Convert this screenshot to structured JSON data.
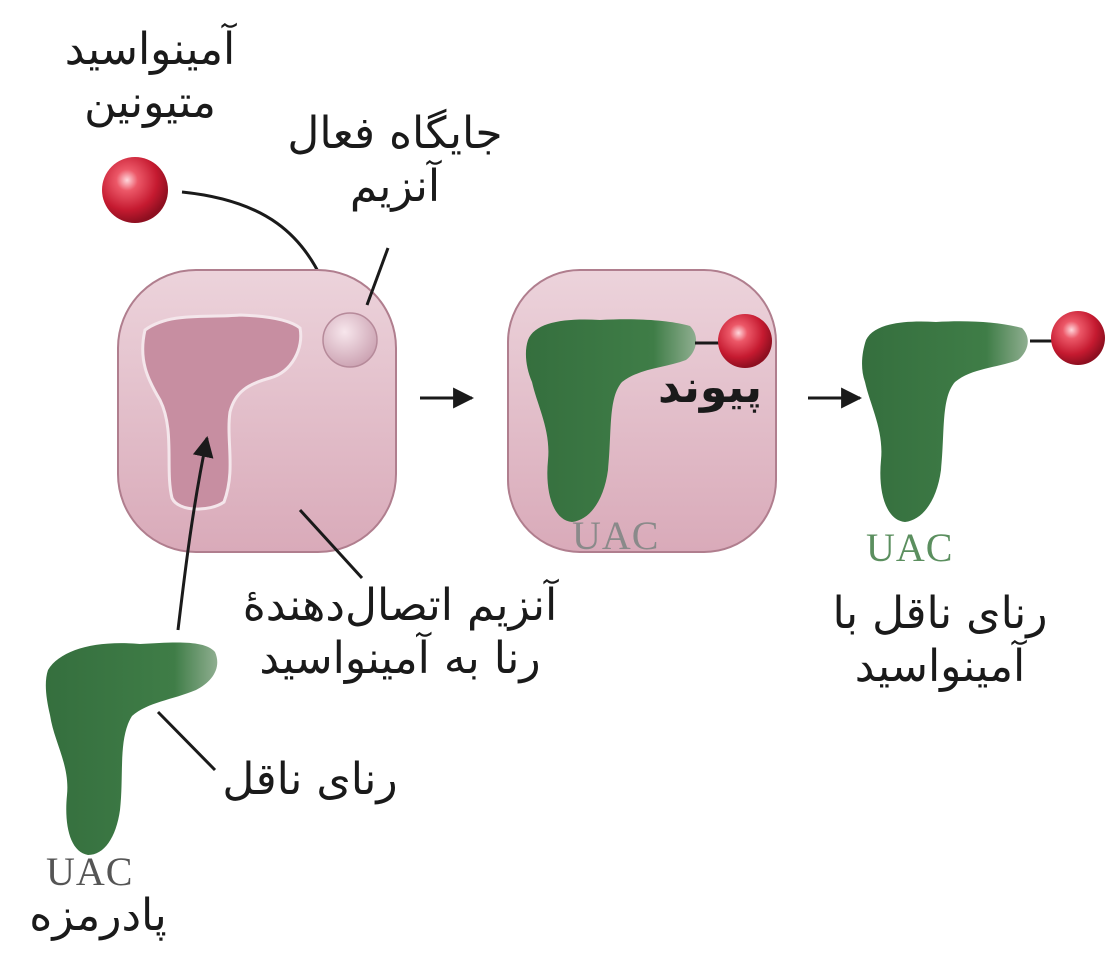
{
  "labels": {
    "amino_acid": [
      "آمینواسید",
      "متیونین"
    ],
    "active_site": [
      "جایگاه فعال",
      "آنزیم"
    ],
    "enzyme": [
      "آنزیم اتصال‌دهندۀ",
      "رنا به آمینواسید"
    ],
    "trna": "رنای ناقل",
    "anticodon": "پادرمزه",
    "bond": "پیوند",
    "charged_trna": [
      "رنای ناقل با",
      "آمینواسید"
    ]
  },
  "codons": {
    "free_trna": "UAC",
    "bound_trna": "UAC",
    "charged_trna": "UAC"
  },
  "colors": {
    "trna_green": "#3d7a45",
    "enzyme_pink": "#e8c2cd",
    "amino_red": "#cc2233",
    "codon_green": "#5b8f5f",
    "codon_dark": "#555555"
  }
}
